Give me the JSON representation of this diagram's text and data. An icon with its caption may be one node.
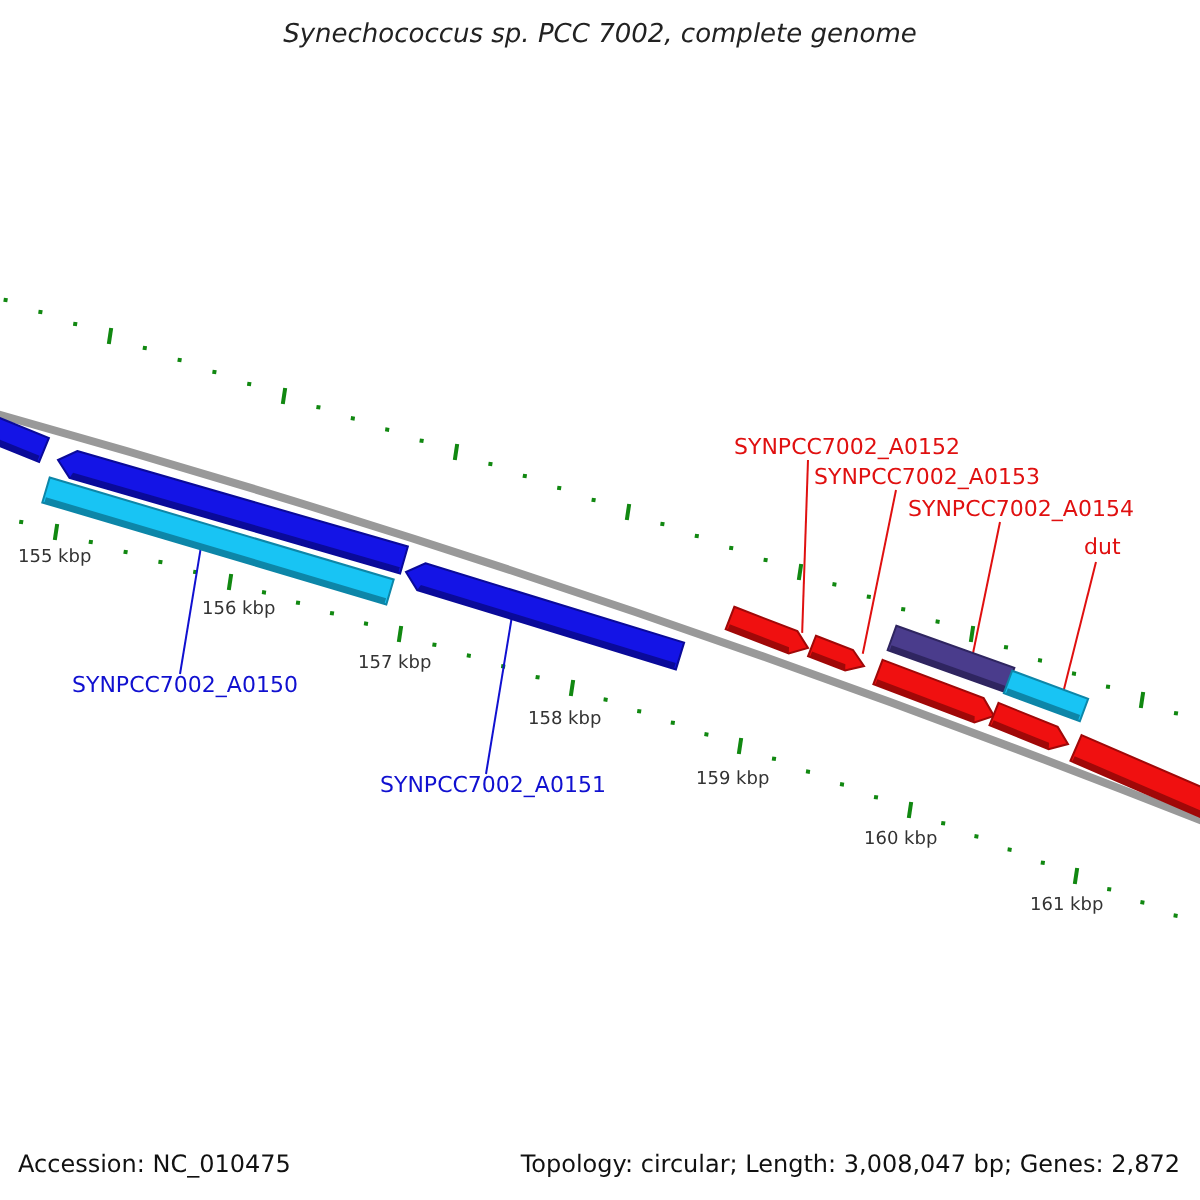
{
  "diagram": {
    "title": "Synechococcus sp. PCC 7002, complete genome",
    "nodes": [
      {
        "text": [
          "SYNPCC7002_A0150"
        ]
      },
      {
        "text": [
          "SYNPCC7002_A0151"
        ]
      },
      {
        "text": [
          "SYNPCC7002_A0152"
        ]
      },
      {
        "text": [
          "SYNPCC7002_A0153"
        ]
      },
      {
        "text": [
          "SYNPCC7002_A0154"
        ]
      },
      {
        "text": [
          "dut"
        ]
      },
      {
        "text": [],
        "shape": "arrow"
      },
      {
        "text": [],
        "shape": "bar"
      },
      {
        "text": [],
        "shape": "arrow"
      },
      {
        "text": [],
        "shape": "arrow"
      },
      {
        "text": [],
        "shape": "arrow"
      },
      {
        "text": [],
        "shape": "arrow"
      },
      {
        "text": [],
        "shape": "arrow"
      },
      {
        "text": [],
        "shape": "bar"
      },
      {
        "text": [],
        "shape": "arrow"
      },
      {
        "text": [],
        "shape": "bar"
      },
      {
        "text": [],
        "shape": "arrow"
      }
    ],
    "edges": [
      {
        "from": 0,
        "to": 7,
        "arrow": "none",
        "color": "#1010d0"
      },
      {
        "from": 1,
        "to": 9,
        "arrow": "none",
        "color": "#1010d0"
      },
      {
        "from": 2,
        "to": 10,
        "arrow": "none"
      },
      {
        "from": 3,
        "to": 11,
        "arrow": "none"
      },
      {
        "from": 4,
        "to": 13,
        "arrow": "none"
      },
      {
        "from": 5,
        "to": 15,
        "arrow": "none"
      }
    ],
    "labels": [
      "155 kbp",
      "156 kbp",
      "157 kbp",
      "158 kbp",
      "159 kbp",
      "160 kbp",
      "161 kbp",
      "Accession: NC_010475",
      "Topology: circular; Length: 3,008,047 bp; Genes: 2,872"
    ]
  }
}
